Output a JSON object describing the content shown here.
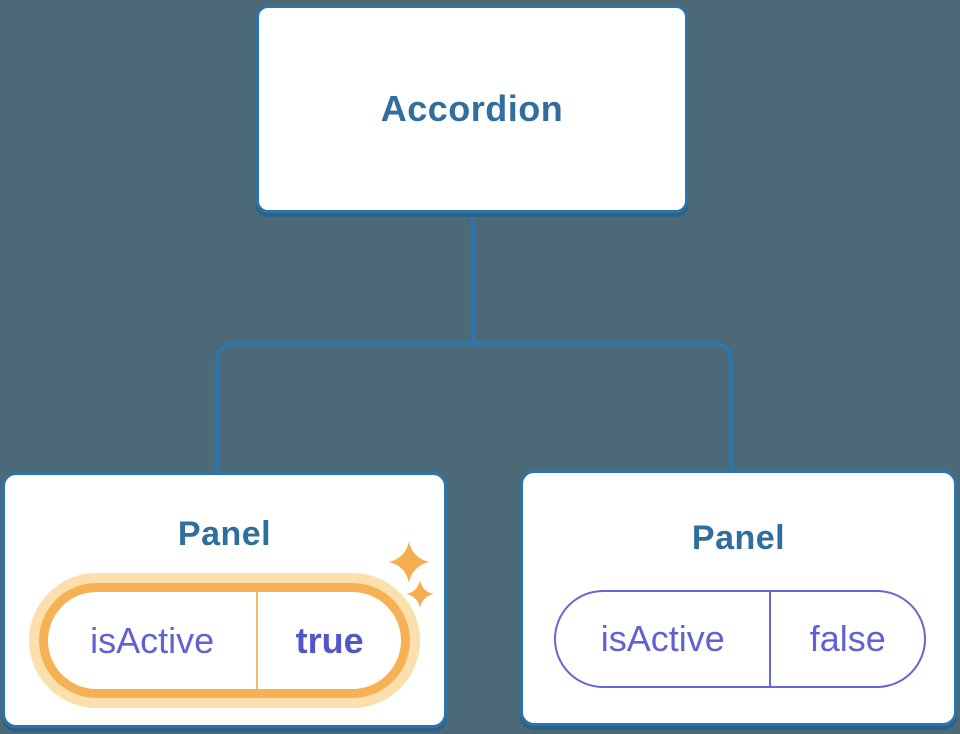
{
  "tree": {
    "root": {
      "label": "Accordion"
    },
    "panels": [
      {
        "label": "Panel",
        "active": true,
        "state": {
          "key": "isActive",
          "value": "true"
        }
      },
      {
        "label": "Panel",
        "active": false,
        "state": {
          "key": "isActive",
          "value": "false"
        }
      }
    ]
  },
  "icons": {
    "sparkle_big": "sparkle-icon",
    "sparkle_small": "sparkle-icon"
  },
  "colors": {
    "background": "#4C6977",
    "connector": "#2E77AB",
    "node_border": "#2E74A6",
    "node_background": "#FFFFFF",
    "node_text": "#2F6E9D",
    "node_shadow": "#2A618D",
    "state_text": "#6162D1",
    "state_value_active_text": "#5355CB",
    "active_ring": "#F6B155",
    "active_glow": "#FBE0AE",
    "active_divider": "#F3B96B",
    "inactive_outline": "#6466D4",
    "sparkle": "#F4AE50"
  }
}
